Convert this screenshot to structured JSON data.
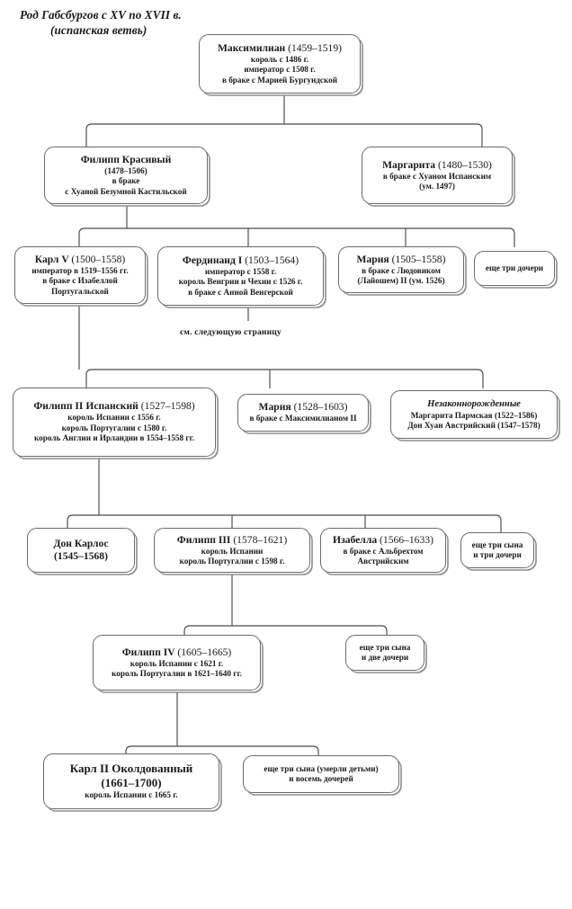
{
  "title": {
    "line1": "Род Габсбургов с XV по XVII в.",
    "line2": "(испанская ветвь)"
  },
  "notes": [
    {
      "id": "see-next-page",
      "text": "см. следующую страницу"
    }
  ],
  "colors": {
    "box_border": "#6b6b6b",
    "box_shadow": "#8d8d8d",
    "connector": "#4a4a4a",
    "text": "#1a1a1a",
    "background": "#ffffff"
  },
  "generations": [
    {
      "id": "gen-1",
      "nodes": [
        {
          "id": "maximilian",
          "name": "Максимилиан",
          "years": "(1459–1519)",
          "lines": [
            "король с 1486 г.",
            "император с 1508 г.",
            "в браке с Марией Бургундской"
          ]
        }
      ]
    },
    {
      "id": "gen-2",
      "nodes": [
        {
          "id": "philip-the-handsome",
          "name": "Филипп Красивый",
          "years": "",
          "lines": [
            "(1478–1506)",
            "в браке",
            "с Хуаной Безумной Кастильской"
          ]
        },
        {
          "id": "margarita",
          "name": "Маргарита",
          "years": "(1480–1530)",
          "lines": [
            "в браке с Хуаном Испанским",
            "(ум. 1497)"
          ]
        }
      ]
    },
    {
      "id": "gen-3",
      "nodes": [
        {
          "id": "charles-v",
          "name": "Карл V",
          "years": "(1500–1558)",
          "lines": [
            "император в 1519–1556 гг.",
            "в браке с Изабеллой",
            "Португальской"
          ]
        },
        {
          "id": "ferdinand-i",
          "name": "Фердинанд I",
          "years": "(1503–1564)",
          "lines": [
            "император с 1558 г.",
            "король Венгрии и Чехии с 1526 г.",
            "в браке с Анной Венгерской"
          ]
        },
        {
          "id": "maria-1505",
          "name": "Мария",
          "years": "(1505–1558)",
          "lines": [
            "в браке с Людовиком",
            "(Лайошем) II (ум. 1526)"
          ]
        },
        {
          "id": "three-more-daughters",
          "name": "еще три дочери",
          "years": "",
          "lines": []
        }
      ]
    },
    {
      "id": "gen-4",
      "nodes": [
        {
          "id": "philip-ii",
          "name": "Филипп II Испанский",
          "years": "(1527–1598)",
          "lines": [
            "король Испании с 1556 г.",
            "король Португалии с 1580 г.",
            "король Англии и Ирландии в 1554–1558 гг."
          ]
        },
        {
          "id": "maria-1528",
          "name": "Мария",
          "years": "(1528–1603)",
          "lines": [
            "в браке с Максимилианом II"
          ]
        },
        {
          "id": "illegitimate",
          "name": "Незаконнорожденные",
          "years": "",
          "lines": [
            "Маргарита Пармская (1522–1586)",
            "Дон Хуан Австрийский (1547–1578)"
          ]
        }
      ]
    },
    {
      "id": "gen-5",
      "nodes": [
        {
          "id": "don-carlos",
          "name": "Дон Карлос",
          "years": "",
          "lines": [
            "(1545–1568)"
          ]
        },
        {
          "id": "philip-iii",
          "name": "Филипп III",
          "years": "(1578–1621)",
          "lines": [
            "король Испании",
            "король Португалии с 1598 г."
          ]
        },
        {
          "id": "isabella",
          "name": "Изабелла",
          "years": "(1566–1633)",
          "lines": [
            "в браке с Альбрехтом",
            "Австрийским"
          ]
        },
        {
          "id": "three-sons-three-daughters",
          "name": "еще три сына",
          "years": "",
          "lines": [
            "и три дочери"
          ]
        }
      ]
    },
    {
      "id": "gen-6",
      "nodes": [
        {
          "id": "philip-iv",
          "name": "Филипп IV",
          "years": "(1605–1665)",
          "lines": [
            "король Испании с 1621 г.",
            "король Португалии в 1621–1640 гг."
          ]
        },
        {
          "id": "three-sons-two-daughters",
          "name": "еще три сына",
          "years": "",
          "lines": [
            "и две дочери"
          ]
        }
      ]
    },
    {
      "id": "gen-7",
      "nodes": [
        {
          "id": "charles-ii",
          "name": "Карл II Околдованный",
          "years": "",
          "lines": [
            "(1661–1700)",
            "король Испании с 1665 г."
          ]
        },
        {
          "id": "three-sons-eight-daughters",
          "name": "еще три сына (умерли детьми)",
          "years": "",
          "lines": [
            "и восемь дочерей"
          ]
        }
      ]
    }
  ]
}
